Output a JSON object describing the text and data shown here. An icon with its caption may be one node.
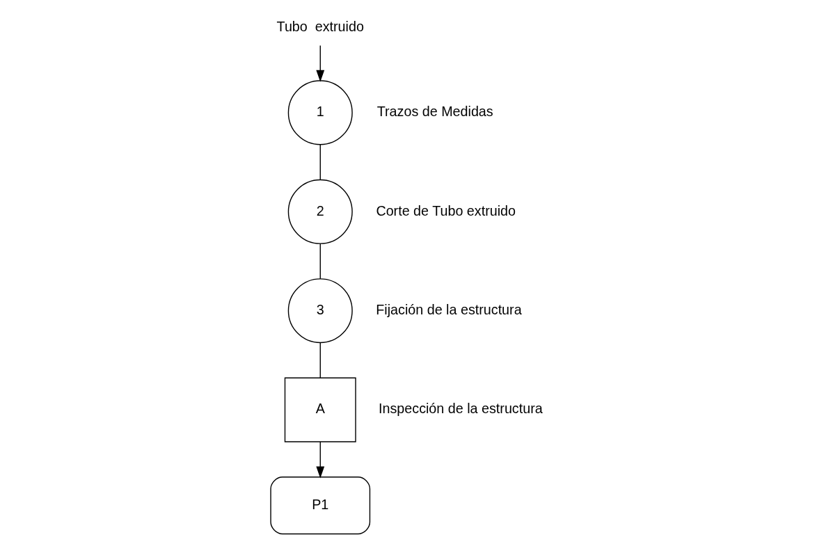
{
  "diagram": {
    "nodes": [
      {
        "text": [
          "Tubo  extruido"
        ]
      },
      {
        "text": [
          "1"
        ],
        "beside": [
          "Trazos de Medidas"
        ]
      },
      {
        "text": [
          "2"
        ],
        "beside": [
          "Corte de Tubo extruido"
        ]
      },
      {
        "text": [
          "3"
        ],
        "beside": [
          "Fijación de la estructura"
        ]
      },
      {
        "text": [
          "A"
        ],
        "beside": [
          "Inspección de la estructura"
        ]
      },
      {
        "text": [
          "P1"
        ]
      }
    ],
    "edges": [
      {
        "from": 0,
        "to": 1,
        "arrow": "to"
      },
      {
        "from": 1,
        "to": 2,
        "arrow": "none"
      },
      {
        "from": 2,
        "to": 3,
        "arrow": "none"
      },
      {
        "from": 3,
        "to": 4,
        "arrow": "none"
      },
      {
        "from": 4,
        "to": 5,
        "arrow": "to"
      }
    ]
  }
}
